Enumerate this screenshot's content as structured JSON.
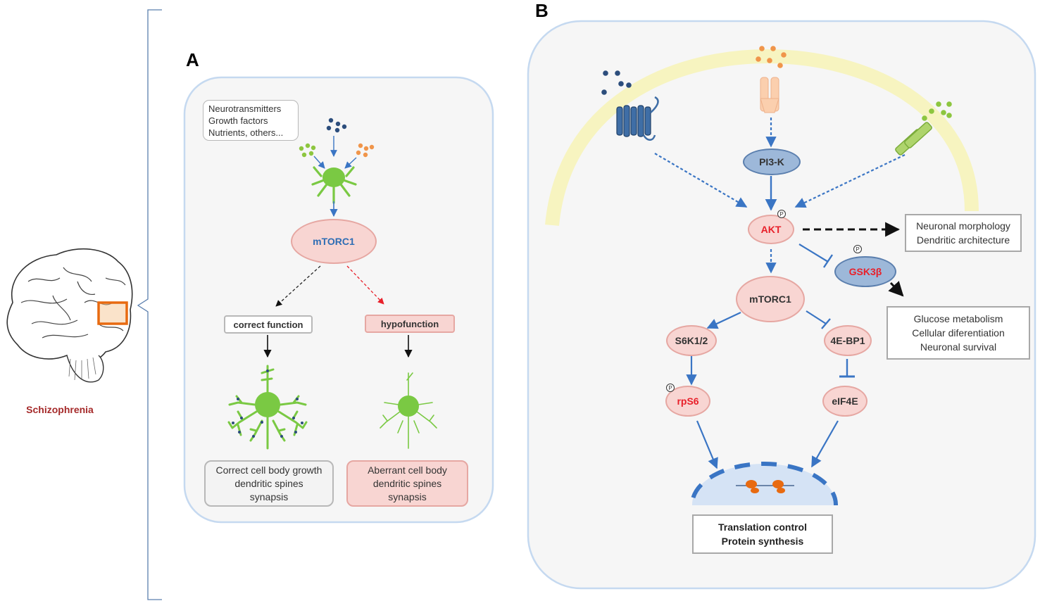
{
  "left": {
    "label": "Schizophrenia"
  },
  "panelA": {
    "letter": "A",
    "inputs_lines": [
      "Neurotransmitters",
      "Growth factors",
      "Nutrients, others..."
    ],
    "mtorc1": "mTORC1",
    "correct_label": "correct  function",
    "hypo_label": "hypofunction",
    "correct_outcome_lines": [
      "Correct cell body growth",
      "dendritic spines",
      "synapsis"
    ],
    "aberrant_outcome_lines": [
      "Aberrant cell body",
      "dendritic spines",
      "synapsis"
    ]
  },
  "panelB": {
    "letter": "B",
    "pi3k": "PI3-K",
    "akt": "AKT",
    "gsk3b": "GSK3β",
    "mtorc1": "mTORC1",
    "s6k": "S6K1/2",
    "ebp1": "4E-BP1",
    "rps6": "rpS6",
    "eif4e": "eIF4E",
    "phospho_symbol": "P",
    "morph_lines": [
      "Neuronal morphology",
      "Dendritic architecture"
    ],
    "glucose_lines": [
      "Glucose metabolism",
      "Cellular diferentiation",
      "Neuronal survival"
    ],
    "translation_lines": [
      "Translation control",
      "Protein synthesis"
    ]
  },
  "colors": {
    "arrow_blue": "#3a75c4",
    "node_pink": "#f8d5d2",
    "node_blue": "#9db8d9",
    "membrane": "#f7f4c0",
    "neuron_green": "#7ac943",
    "label_red": "#e8202a",
    "brain_label": "#a52a2a",
    "brain_box": "#e86a10",
    "panel_border": "#c5d9f0"
  },
  "icons": [
    "brain-icon",
    "neuron-icon",
    "gpcr-receptor-icon",
    "rtk-receptor-icon",
    "channel-receptor-icon",
    "ribosome-icon"
  ]
}
